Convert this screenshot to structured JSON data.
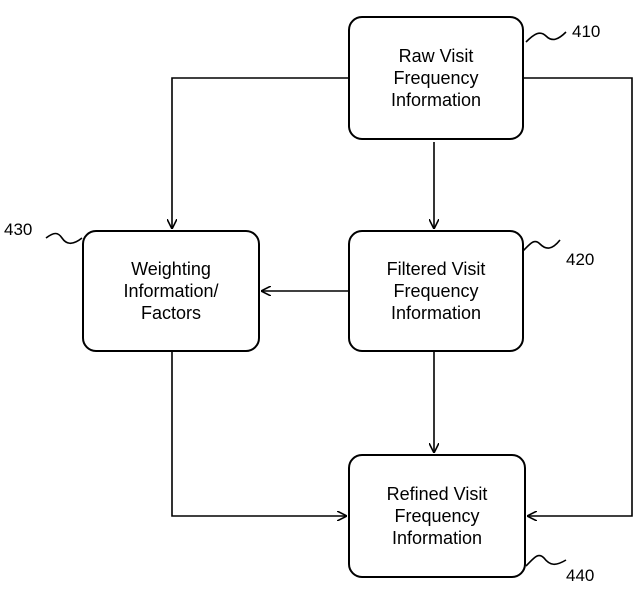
{
  "boxes": {
    "raw": {
      "lines": [
        "Raw Visit",
        "Frequency",
        "Information"
      ],
      "ref": "410"
    },
    "filtered": {
      "lines": [
        "Filtered Visit",
        "Frequency",
        "Information"
      ],
      "ref": "420"
    },
    "weighting": {
      "lines": [
        "Weighting",
        "Information/",
        "Factors"
      ],
      "ref": "430"
    },
    "refined": {
      "lines": [
        "Refined Visit",
        "Frequency",
        "Information"
      ],
      "ref": "440"
    }
  },
  "colors": {
    "stroke": "#000000",
    "background": "#ffffff"
  }
}
